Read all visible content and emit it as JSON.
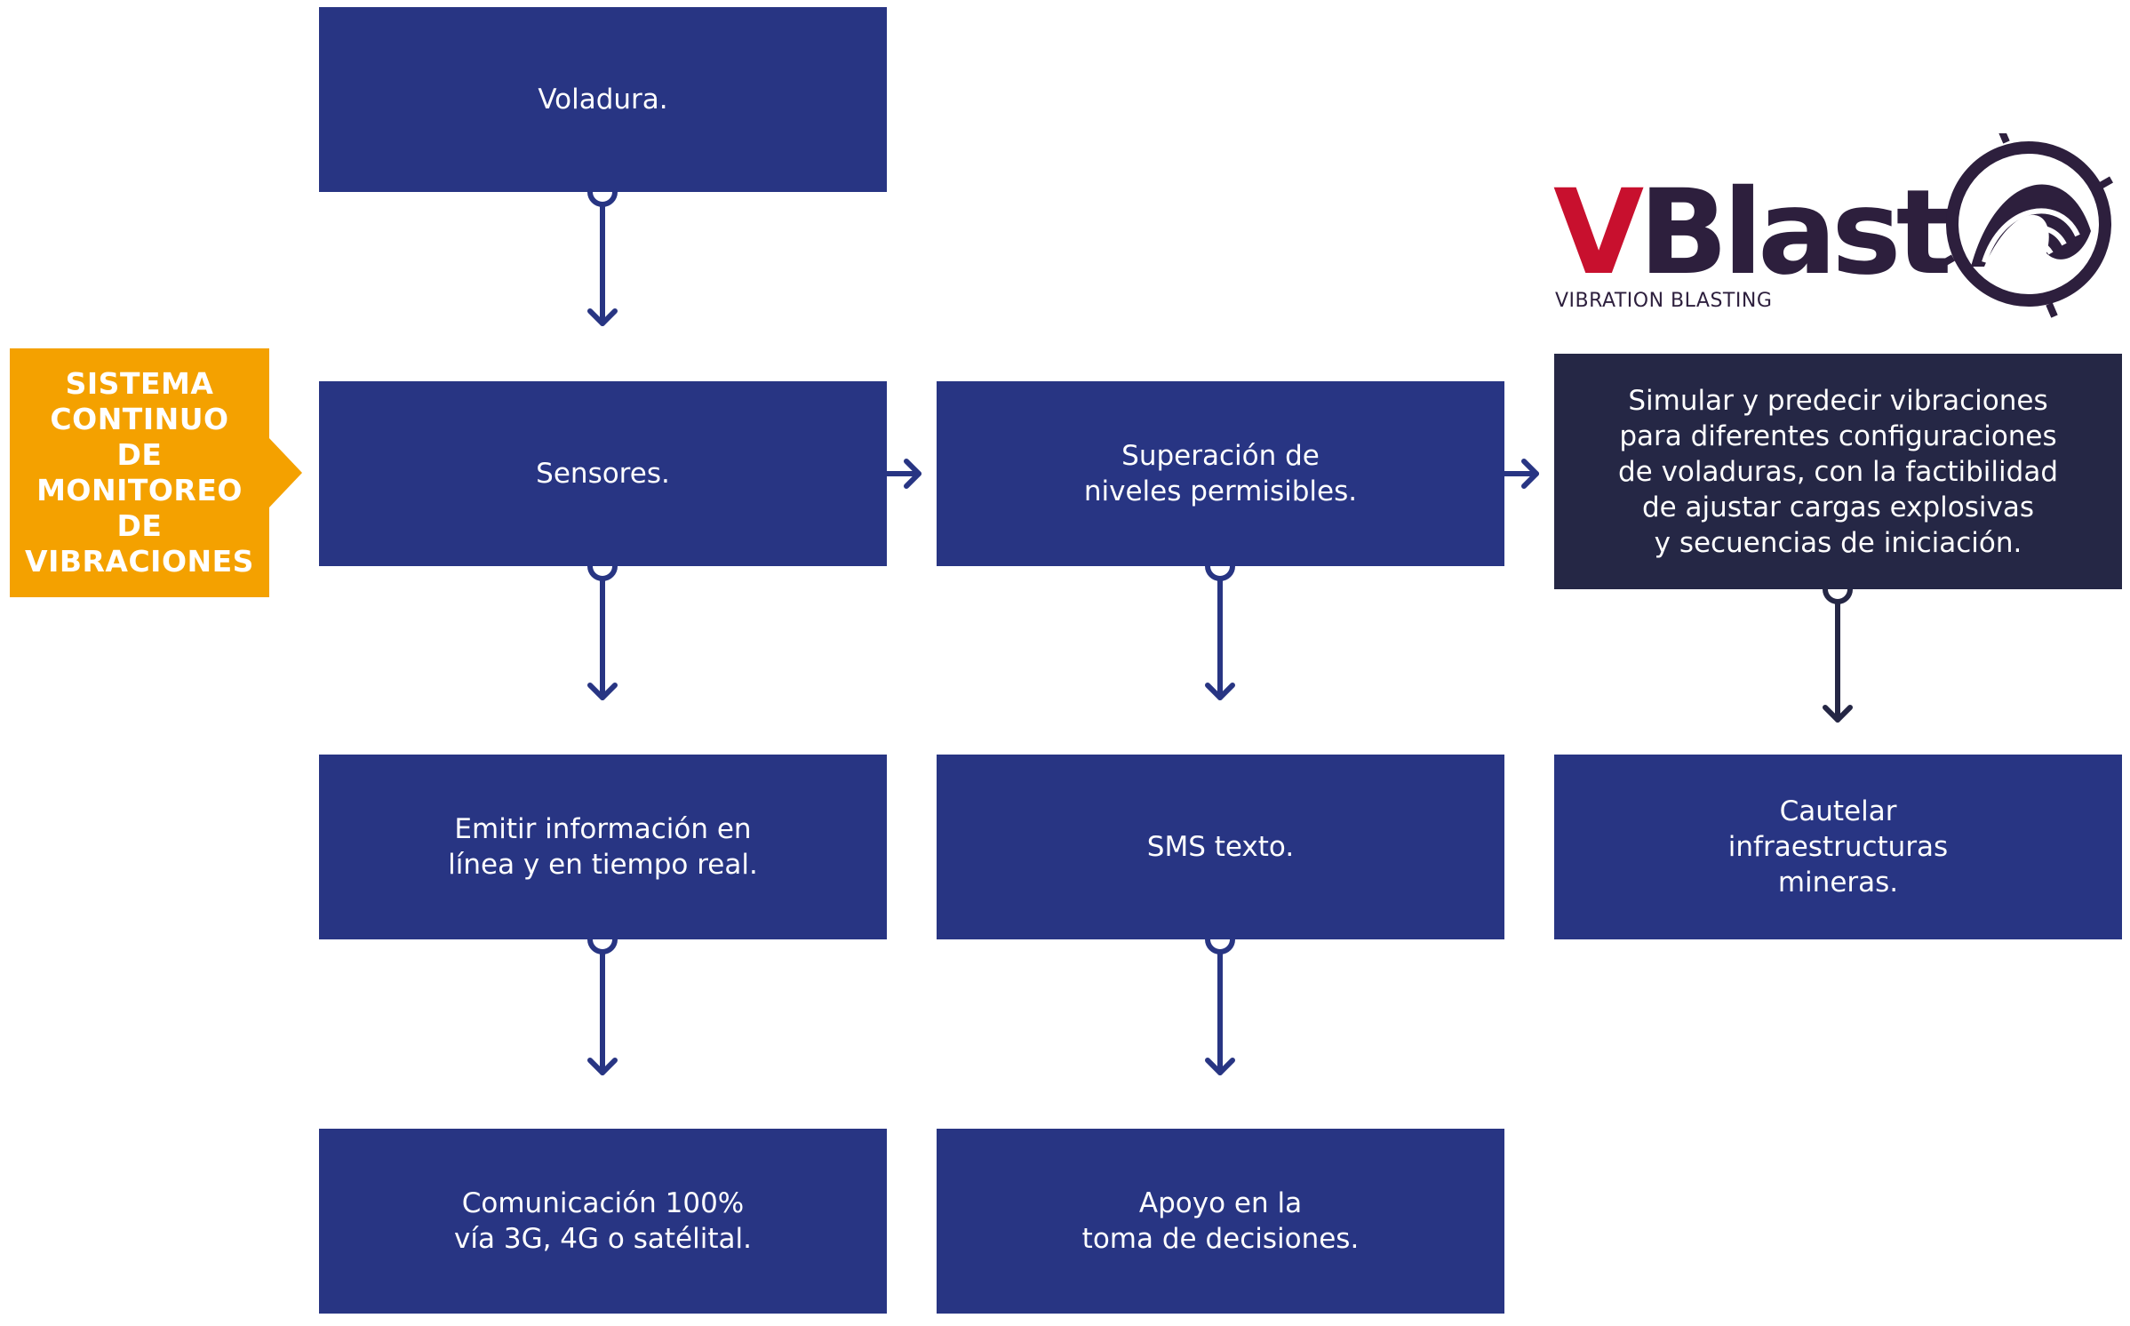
{
  "colors": {
    "box_blue": "#283583",
    "box_dark": "#252745",
    "side_orange": "#f4a100",
    "arrow": "#283583",
    "arrow_dark": "#252745",
    "logo_red": "#c8102e",
    "logo_dark": "#2d1f3d"
  },
  "side_label": "SISTEMA\nCONTINUO\nDE\nMONITOREO\nDE\nVIBRACIONES",
  "logo": {
    "first_letter": "V",
    "rest": "Blast",
    "subtitle": "VIBRATION BLASTING",
    "icon": "blast-circle-icon"
  },
  "boxes": {
    "voladura": "Voladura.",
    "sensores": "Sensores.",
    "superacion": "Superación de\nniveles permisibles.",
    "simular": "Simular y predecir vibraciones\npara diferentes configuraciones\nde voladuras, con la factibilidad\nde ajustar cargas explosivas\ny secuencias de iniciación.",
    "emitir": "Emitir información en\nlínea y en tiempo real.",
    "sms": "SMS texto.",
    "cautelar": "Cautelar\ninfraestructuras\nmineras.",
    "comunicacion": "Comunicación 100%\nvía 3G, 4G o satélital.",
    "apoyo": "Apoyo en la\ntoma de decisiones."
  }
}
